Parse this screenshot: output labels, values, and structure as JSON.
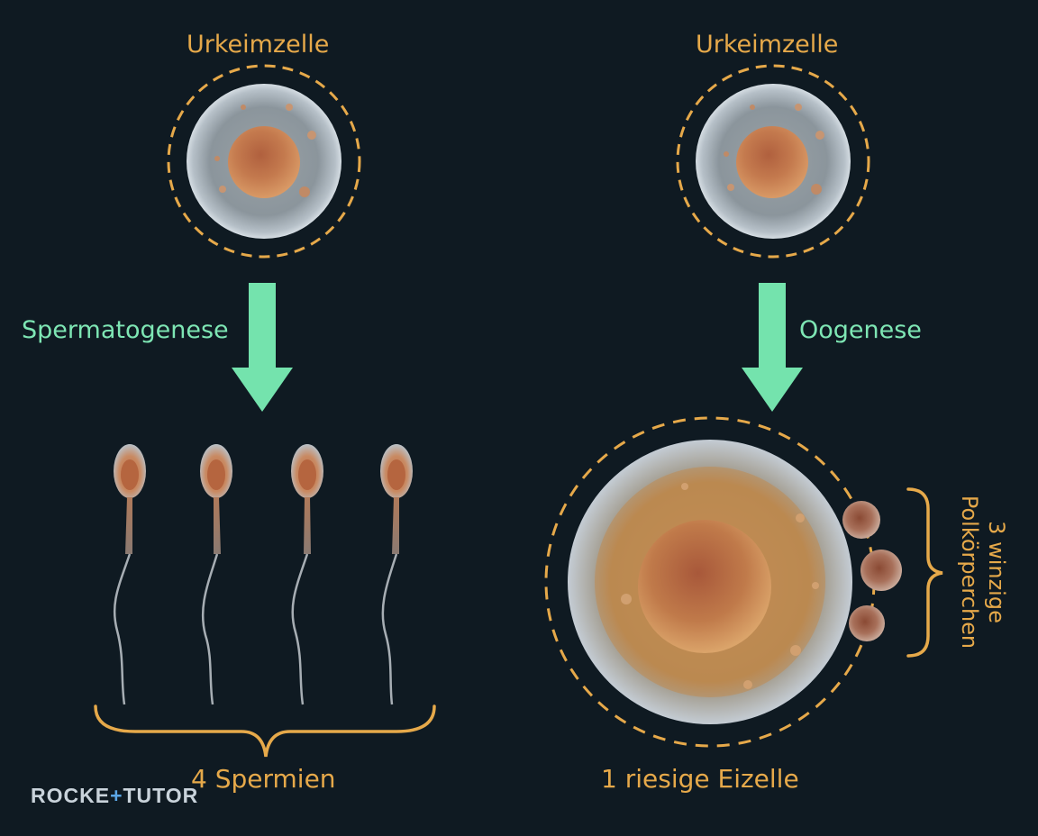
{
  "left": {
    "title": "Urkeimzelle",
    "process": "Spermatogenese",
    "result": "4 Spermien"
  },
  "right": {
    "title": "Urkeimzelle",
    "process": "Oogenese",
    "result": "1 riesige Eizelle",
    "polar_line1": "3 winzige",
    "polar_line2": "Polkörperchen"
  },
  "branding": {
    "logo_part1": "ROCKE",
    "logo_plus": "+",
    "logo_part2": "TUTOR"
  },
  "colors": {
    "background": "#0f1a22",
    "label_orange": "#e6a94a",
    "arrow_green": "#74e3ad",
    "process_text": "#7ee6b4"
  }
}
